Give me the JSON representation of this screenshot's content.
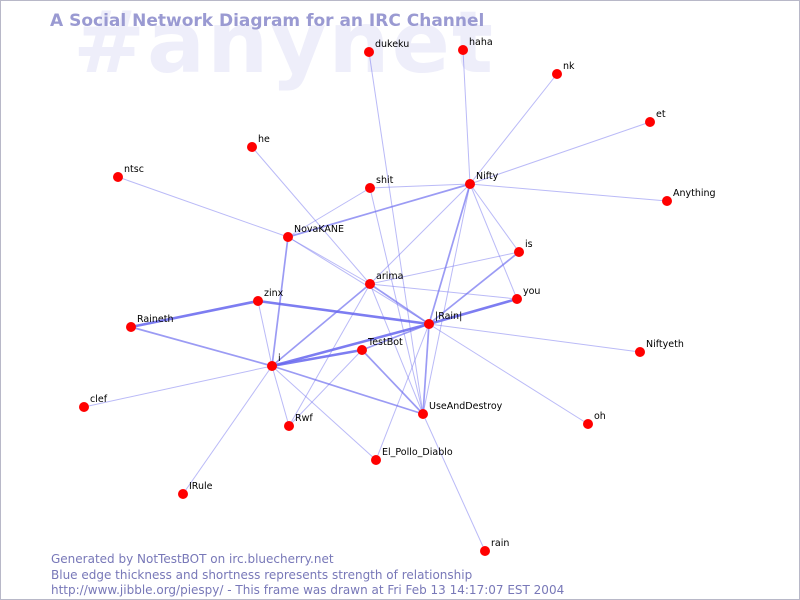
{
  "channel": "#anynet",
  "title": "A Social Network Diagram for an IRC Channel",
  "footer": {
    "line1": "Generated by NotTestBOT on irc.bluecherry.net",
    "line2": "Blue edge thickness and shortness represents strength of relationship",
    "line3": "http://www.jibble.org/piespy/ - This frame was drawn at Fri Feb 13 14:17:07 EST 2004"
  },
  "colors": {
    "node": "#ff0000",
    "edge": "#6666ee",
    "title": "#9a9ad2",
    "watermark": "#eeeefa",
    "footer": "#7878b8"
  },
  "nodes": [
    {
      "id": "dukeku",
      "label": "dukeku"
    },
    {
      "id": "haha",
      "label": "haha"
    },
    {
      "id": "nk",
      "label": "nk"
    },
    {
      "id": "et",
      "label": "et"
    },
    {
      "id": "he",
      "label": "he"
    },
    {
      "id": "ntsc",
      "label": "ntsc"
    },
    {
      "id": "shit",
      "label": "shit"
    },
    {
      "id": "Nifty",
      "label": "Nifty"
    },
    {
      "id": "Anything",
      "label": "Anything"
    },
    {
      "id": "NovaKANE",
      "label": "NovaKANE"
    },
    {
      "id": "is",
      "label": "is"
    },
    {
      "id": "arima",
      "label": "arima"
    },
    {
      "id": "you",
      "label": "you"
    },
    {
      "id": "zinx",
      "label": "zinx"
    },
    {
      "id": "Raineth",
      "label": "Raineth"
    },
    {
      "id": "Rain",
      "label": "|Rain|"
    },
    {
      "id": "TestBot",
      "label": "TestBot"
    },
    {
      "id": "Niftyeth",
      "label": "Niftyeth"
    },
    {
      "id": "i",
      "label": "i"
    },
    {
      "id": "clef",
      "label": "clef"
    },
    {
      "id": "UseAndDestroy",
      "label": "UseAndDestroy"
    },
    {
      "id": "oh",
      "label": "oh"
    },
    {
      "id": "Rwf",
      "label": "Rwf"
    },
    {
      "id": "El_Pollo_Diablo",
      "label": "El_Pollo_Diablo"
    },
    {
      "id": "IRule",
      "label": "IRule"
    },
    {
      "id": "rain",
      "label": "rain"
    }
  ],
  "edges": [
    {
      "from": "dukeku",
      "to": "UseAndDestroy",
      "weight": 1
    },
    {
      "from": "haha",
      "to": "Nifty",
      "weight": 1
    },
    {
      "from": "nk",
      "to": "Nifty",
      "weight": 1
    },
    {
      "from": "et",
      "to": "Nifty",
      "weight": 1
    },
    {
      "from": "Nifty",
      "to": "Anything",
      "weight": 1
    },
    {
      "from": "Nifty",
      "to": "NovaKANE",
      "weight": 2
    },
    {
      "from": "Nifty",
      "to": "shit",
      "weight": 1
    },
    {
      "from": "Nifty",
      "to": "arima",
      "weight": 1
    },
    {
      "from": "Nifty",
      "to": "is",
      "weight": 1
    },
    {
      "from": "Nifty",
      "to": "you",
      "weight": 1
    },
    {
      "from": "Nifty",
      "to": "Rain",
      "weight": 2
    },
    {
      "from": "Nifty",
      "to": "UseAndDestroy",
      "weight": 1
    },
    {
      "from": "he",
      "to": "arima",
      "weight": 1
    },
    {
      "from": "ntsc",
      "to": "NovaKANE",
      "weight": 1
    },
    {
      "from": "shit",
      "to": "NovaKANE",
      "weight": 1
    },
    {
      "from": "shit",
      "to": "UseAndDestroy",
      "weight": 1
    },
    {
      "from": "NovaKANE",
      "to": "arima",
      "weight": 1
    },
    {
      "from": "NovaKANE",
      "to": "i",
      "weight": 2
    },
    {
      "from": "NovaKANE",
      "to": "Rain",
      "weight": 1
    },
    {
      "from": "is",
      "to": "arima",
      "weight": 1
    },
    {
      "from": "is",
      "to": "Rain",
      "weight": 2
    },
    {
      "from": "arima",
      "to": "you",
      "weight": 1
    },
    {
      "from": "arima",
      "to": "Rain",
      "weight": 2
    },
    {
      "from": "arima",
      "to": "i",
      "weight": 2
    },
    {
      "from": "arima",
      "to": "Rwf",
      "weight": 1
    },
    {
      "from": "arima",
      "to": "UseAndDestroy",
      "weight": 1
    },
    {
      "from": "you",
      "to": "Rain",
      "weight": 3
    },
    {
      "from": "zinx",
      "to": "Rain",
      "weight": 3
    },
    {
      "from": "zinx",
      "to": "Raineth",
      "weight": 3
    },
    {
      "from": "zinx",
      "to": "i",
      "weight": 1
    },
    {
      "from": "Raineth",
      "to": "i",
      "weight": 2
    },
    {
      "from": "Rain",
      "to": "TestBot",
      "weight": 2
    },
    {
      "from": "Rain",
      "to": "i",
      "weight": 3
    },
    {
      "from": "Rain",
      "to": "Niftyeth",
      "weight": 1
    },
    {
      "from": "Rain",
      "to": "UseAndDestroy",
      "weight": 2
    },
    {
      "from": "Rain",
      "to": "oh",
      "weight": 1
    },
    {
      "from": "Rain",
      "to": "El_Pollo_Diablo",
      "weight": 1
    },
    {
      "from": "TestBot",
      "to": "i",
      "weight": 3
    },
    {
      "from": "TestBot",
      "to": "UseAndDestroy",
      "weight": 2
    },
    {
      "from": "TestBot",
      "to": "Rwf",
      "weight": 1
    },
    {
      "from": "i",
      "to": "clef",
      "weight": 1
    },
    {
      "from": "i",
      "to": "UseAndDestroy",
      "weight": 2
    },
    {
      "from": "i",
      "to": "Rwf",
      "weight": 1
    },
    {
      "from": "i",
      "to": "El_Pollo_Diablo",
      "weight": 1
    },
    {
      "from": "i",
      "to": "IRule",
      "weight": 1
    },
    {
      "from": "UseAndDestroy",
      "to": "rain",
      "weight": 1
    }
  ]
}
